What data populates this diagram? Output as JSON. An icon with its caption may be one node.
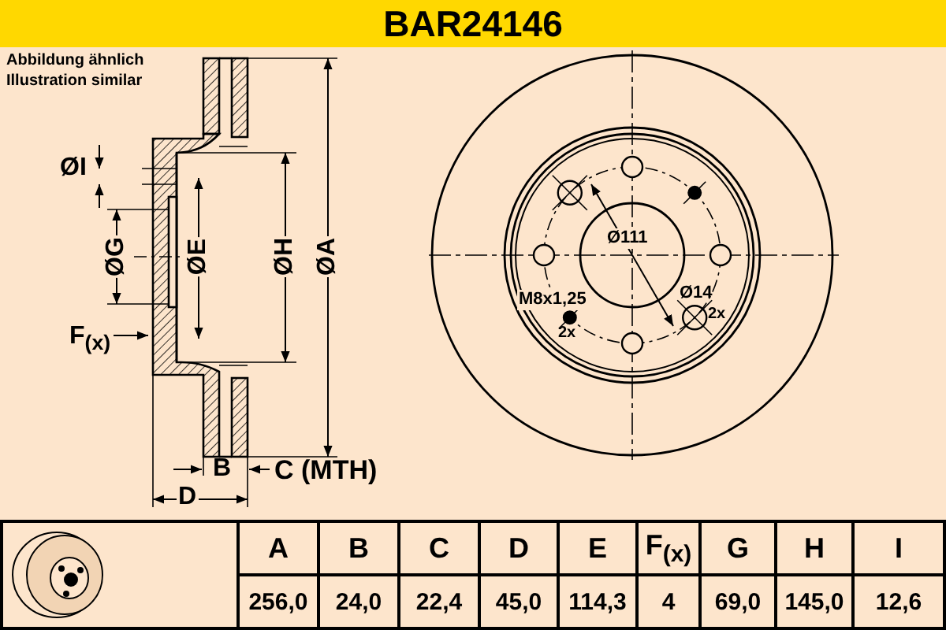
{
  "diagram": {
    "title": "BAR24146",
    "labels": [
      "Abbildung ähnlich",
      "Illustration similar",
      "ØI",
      "ØG",
      "ØE",
      "ØH",
      "ØA",
      "F$_{(x)}$",
      "B",
      "C (MTH)",
      "D",
      "Ø111",
      "M8x1,25",
      "2x",
      "Ø14",
      "2x",
      "A",
      "B",
      "C",
      "D",
      "E",
      "F$_{(x)}$",
      "G",
      "H",
      "I",
      "256,0",
      "24,0",
      "22,4",
      "45,0",
      "114,3",
      "4",
      "69,0",
      "145,0",
      "12,6"
    ]
  }
}
